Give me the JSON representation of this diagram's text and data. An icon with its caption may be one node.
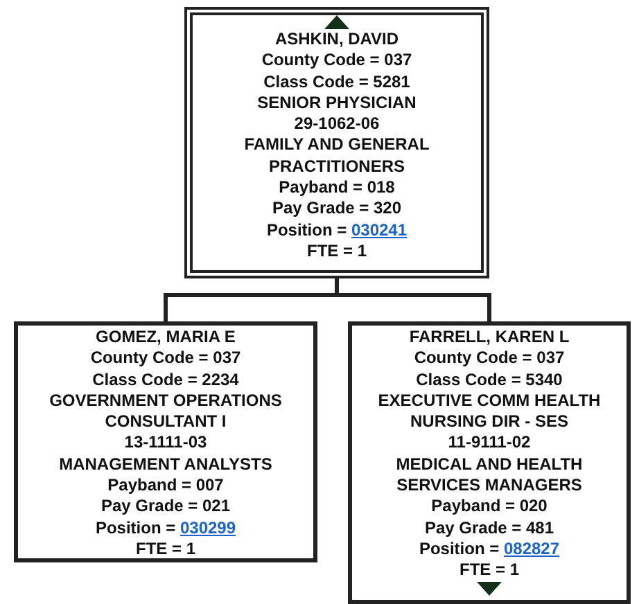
{
  "diagram": {
    "nodes": [
      {
        "text": [
          "ASHKIN, DAVID",
          "County Code = 037",
          "Class Code = 5281",
          "SENIOR PHYSICIAN",
          "29-1062-06",
          "FAMILY AND GENERAL PRACTITIONERS",
          "Payband = 018",
          "Pay Grade = 320",
          "Position =",
          "030241",
          "FTE = 1"
        ]
      },
      {
        "text": [
          "GOMEZ, MARIA E",
          "County Code = 037",
          "Class Code = 2234",
          "GOVERNMENT OPERATIONS CONSULTANT I",
          "13-1111-03",
          "MANAGEMENT ANALYSTS",
          "Payband = 007",
          "Pay Grade = 021",
          "Position =",
          "030299",
          "FTE = 1"
        ]
      },
      {
        "text": [
          "FARRELL, KAREN L",
          "County Code = 037",
          "Class Code = 5340",
          "EXECUTIVE COMM HEALTH NURSING DIR - SES",
          "11-9111-02",
          "MEDICAL AND HEALTH SERVICES MANAGERS",
          "Payband = 020",
          "Pay Grade = 481",
          "Position =",
          "082827",
          "FTE = 1"
        ]
      }
    ],
    "edges": [
      {
        "from": 0,
        "to": 1,
        "arrow": "none"
      },
      {
        "from": 0,
        "to": 2,
        "arrow": "none"
      }
    ]
  }
}
